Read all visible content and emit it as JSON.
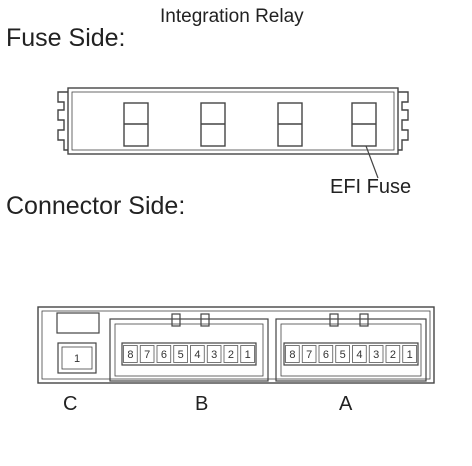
{
  "labels": {
    "relay_title": "Integration Relay",
    "fuse_side": "Fuse Side:",
    "connector_side": "Connector Side:",
    "efi_fuse": "EFI Fuse"
  },
  "connectors": {
    "c": {
      "label": "C",
      "pins": [
        "1"
      ]
    },
    "b": {
      "label": "B",
      "pins": [
        "8",
        "7",
        "6",
        "5",
        "4",
        "3",
        "2",
        "1"
      ]
    },
    "a": {
      "label": "A",
      "pins": [
        "8",
        "7",
        "6",
        "5",
        "4",
        "3",
        "2",
        "1"
      ]
    }
  }
}
